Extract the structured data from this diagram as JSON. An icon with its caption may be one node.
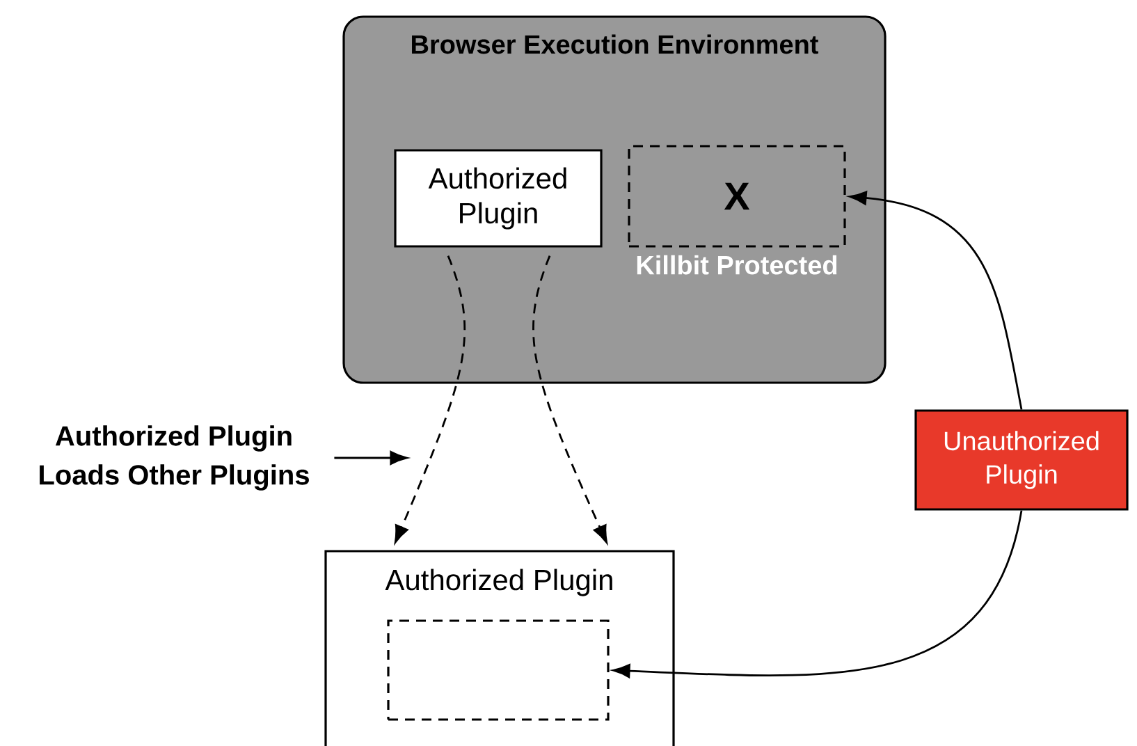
{
  "diagram": {
    "nodes": [
      {
        "text": [
          "Browser Execution Environment"
        ]
      },
      {
        "text": [
          "Authorized Plugin"
        ],
        "in": 0
      },
      {
        "text": [
          "X"
        ],
        "beside": [
          "Killbit Protected"
        ],
        "in": 0
      },
      {
        "text": [
          "Authorized Plugin"
        ]
      },
      {
        "text": [],
        "shape": "box",
        "in": 3
      },
      {
        "text": [
          "Unauthorized Plugin"
        ]
      },
      {
        "text": [
          "Authorized Plugin Loads Other Plugins"
        ]
      }
    ],
    "edges": [
      {
        "from": 1,
        "to": 3,
        "arrow": "to",
        "style": "dashed"
      },
      {
        "from": 1,
        "to": 3,
        "arrow": "to",
        "style": "dashed"
      },
      {
        "from": 5,
        "to": 2,
        "arrow": "to"
      },
      {
        "from": 5,
        "to": 4,
        "arrow": "to"
      },
      {
        "from": 6,
        "to": null,
        "arrow": "to"
      }
    ]
  }
}
